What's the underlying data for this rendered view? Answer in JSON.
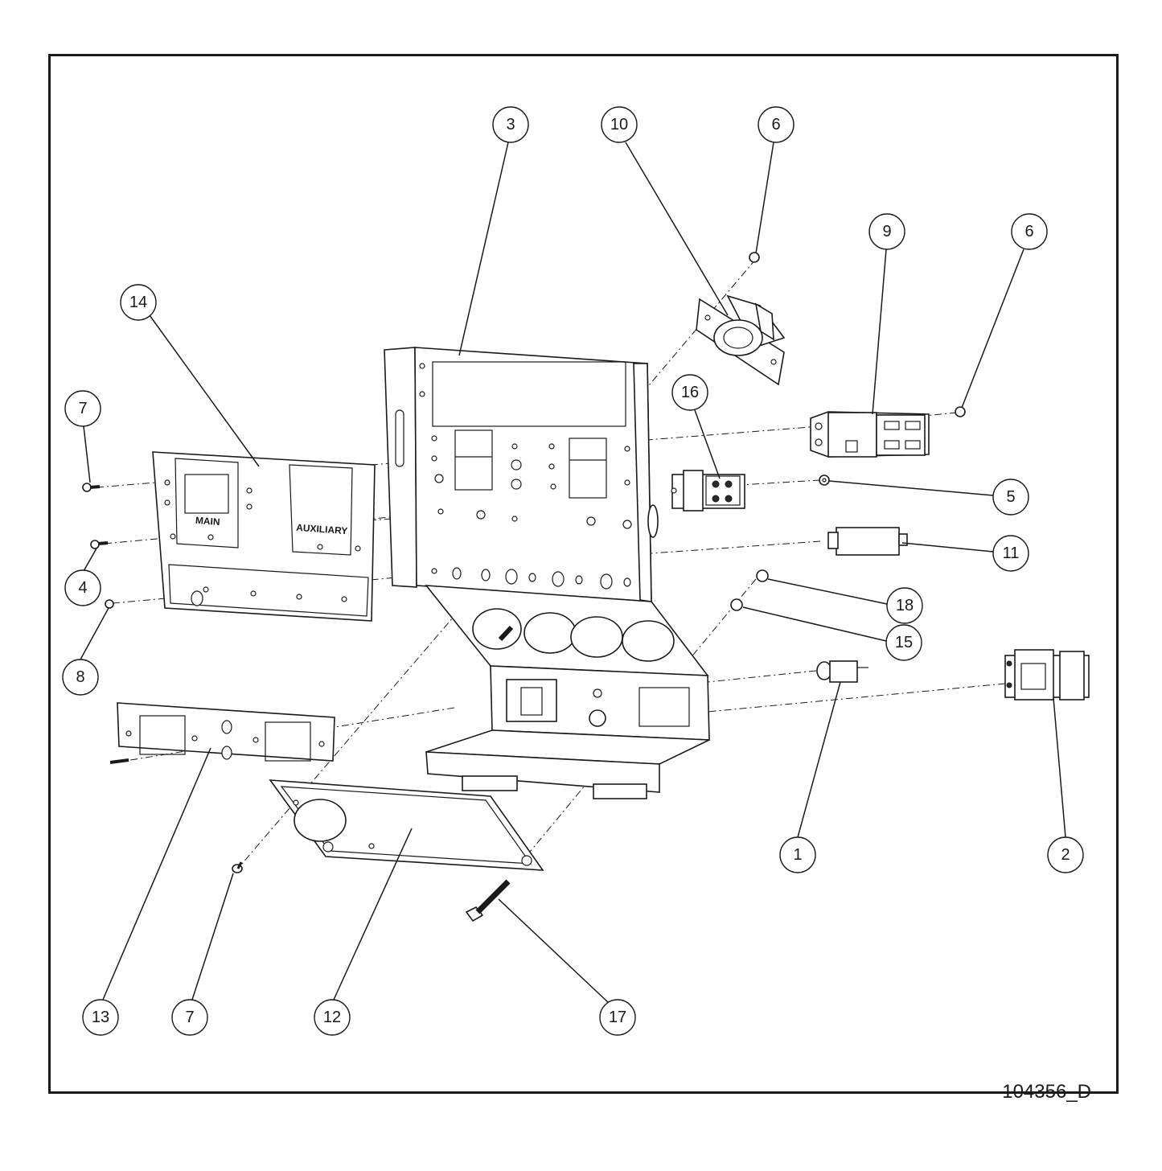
{
  "drawing_number": "104356_D",
  "panel_labels": {
    "main": "MAIN",
    "auxiliary": "AUXILIARY"
  },
  "callouts": [
    "3",
    "10",
    "6",
    "9",
    "6",
    "14",
    "16",
    "7",
    "5",
    "4",
    "11",
    "18",
    "8",
    "15",
    "1",
    "2",
    "13",
    "7",
    "12",
    "17"
  ]
}
